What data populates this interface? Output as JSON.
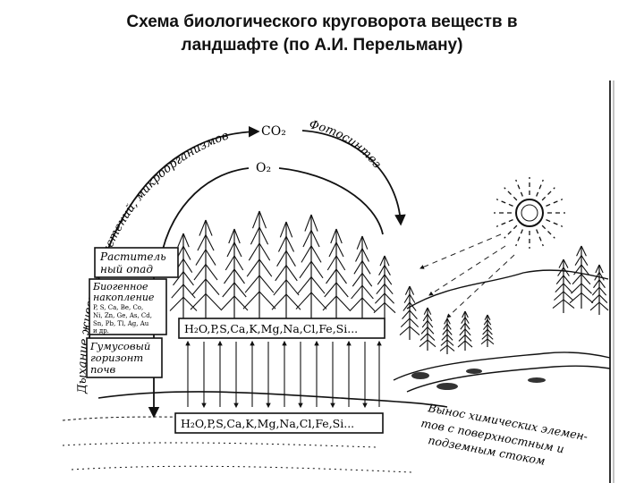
{
  "slide": {
    "title_line1": "Схема биологического круговорота веществ в",
    "title_line2": "ландшафте (по А.И. Перельману)"
  },
  "diagram": {
    "co2": "CO₂",
    "o2": "O₂",
    "photosynthesis": "Фотосинтез",
    "respiration": "Дыхание животных, растений, микроорганизмов",
    "plant_litter": [
      "Раститель",
      "ный опад"
    ],
    "biogenic": [
      "Биогенное",
      "накопление"
    ],
    "elements_small": [
      "P, S, Ca, Be, Co,",
      "Ni, Zn, Ge, As, Cd,",
      "Sn, Pb, Tl, Ag, Au",
      "и др."
    ],
    "humus": [
      "Гумусовый",
      "горизонт",
      "почв"
    ],
    "elements_upper": "H₂O,P,S,Ca,K,Mg,Na,Cl,Fe,Si...",
    "elements_lower": "H₂O,P,S,Ca,K,Mg,Na,Cl,Fe,Si...",
    "runoff": [
      "Вынос химических элемен-",
      "тов с поверхностным и",
      "подземным стоком"
    ]
  }
}
